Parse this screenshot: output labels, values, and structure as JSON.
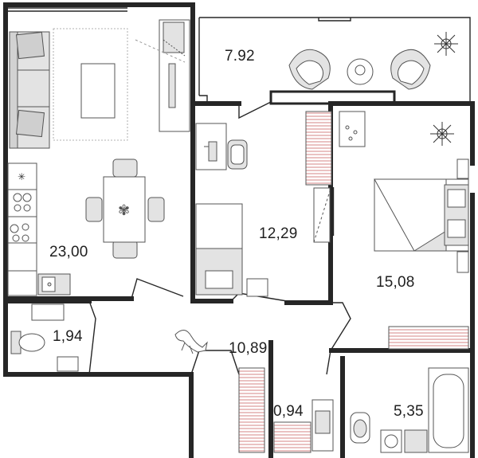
{
  "floor_plan": {
    "rooms": [
      {
        "key": "living_kitchen",
        "area": "23,00"
      },
      {
        "key": "balcony",
        "area": "7.92"
      },
      {
        "key": "office",
        "area": "12,29"
      },
      {
        "key": "bedroom",
        "area": "15,08"
      },
      {
        "key": "wc",
        "area": "1,94"
      },
      {
        "key": "hallway",
        "area": "10,89"
      },
      {
        "key": "closet",
        "area": "0,94"
      },
      {
        "key": "bathroom",
        "area": "5,35"
      }
    ],
    "colors": {
      "wall": "#262626",
      "furniture_fill": "#e3e3e3",
      "line": "#333333",
      "background": "#ffffff"
    },
    "icons": [
      "sofa-icon",
      "tv-stand-icon",
      "dining-table-icon",
      "stove-icon",
      "sink-icon",
      "toilet-icon",
      "desk-icon",
      "office-chair-icon",
      "bed-icon",
      "wardrobe-icon",
      "bathtub-icon",
      "washing-machine-icon",
      "lounge-chair-icon",
      "plant-icon",
      "cat-icon"
    ]
  }
}
